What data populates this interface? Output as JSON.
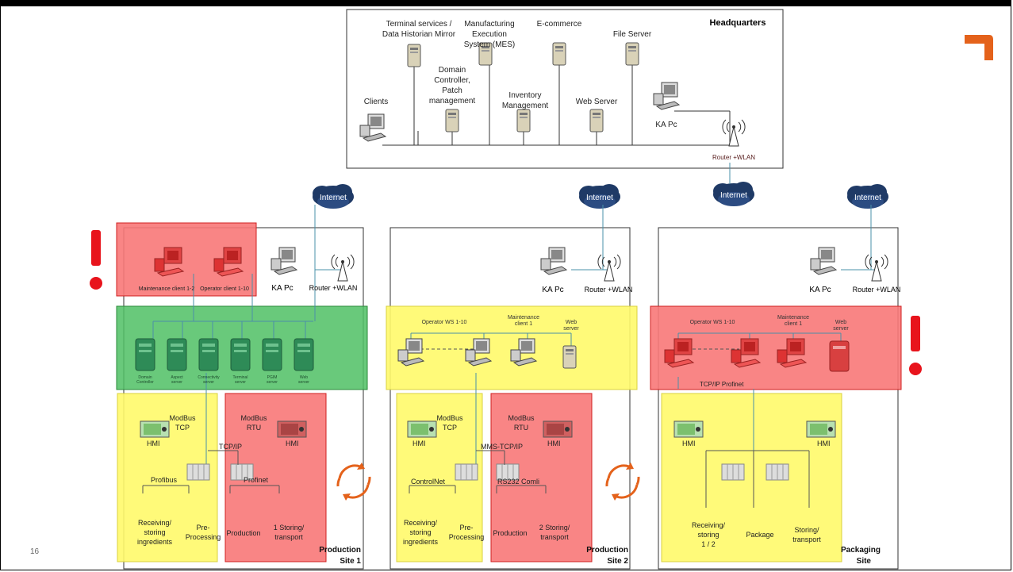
{
  "slide": {
    "page_number": "16"
  },
  "headquarters": {
    "title": "Headquarters",
    "terminal_services": [
      "Terminal services /",
      "Data Historian Mirror"
    ],
    "mes": [
      "Manufacturing",
      "Execution",
      "System (MES)"
    ],
    "ecommerce": "E-commerce",
    "file_server": "File Server",
    "domain_controller": [
      "Domain",
      "Controller,",
      "Patch",
      "management"
    ],
    "inventory": [
      "Inventory",
      "Management"
    ],
    "web_server": "Web Server",
    "clients": "Clients",
    "ka_pc": "KA Pc",
    "router": "Router +WLAN"
  },
  "internet_label": "Internet",
  "site1": {
    "title": [
      "Production",
      "Site 1"
    ],
    "maintenance_client": "Maintenance client 1-2",
    "operator_client": "Operator client 1-10",
    "ka_pc": "KA Pc",
    "router": "Router +WLAN",
    "servers": [
      [
        "Domain",
        "Controller"
      ],
      [
        "Aspect",
        "server"
      ],
      [
        "Connectivity",
        "server"
      ],
      [
        "Terminal",
        "server"
      ],
      [
        "PGIM",
        "server"
      ],
      [
        "Web",
        "server"
      ]
    ],
    "hmi_left": "HMI",
    "modbus_tcp": [
      "ModBus",
      "TCP"
    ],
    "modbus_rtu": [
      "ModBus",
      "RTU"
    ],
    "hmi_right": "HMI",
    "tcpip": "TCP/IP",
    "profibus": "Profibus",
    "profinet": "Profinet",
    "receiving": [
      "Receiving/",
      "storing",
      "ingredients"
    ],
    "pre_processing": [
      "Pre-",
      "Processing"
    ],
    "production": "Production",
    "storing": [
      "1 Storing/",
      "transport"
    ]
  },
  "site2": {
    "title": [
      "Production",
      "Site 2"
    ],
    "ka_pc": "KA Pc",
    "router": "Router +WLAN",
    "operator_ws": "Operator WS 1-10",
    "maintenance_client": [
      "Maintenance",
      "client 1"
    ],
    "web_server": [
      "Web",
      "server"
    ],
    "hmi_left": "HMI",
    "modbus_tcp": [
      "ModBus",
      "TCP"
    ],
    "modbus_rtu": [
      "ModBus",
      "RTU"
    ],
    "hmi_right": "HMI",
    "mms": "MMS-TCP/IP",
    "controlnet": "ControlNet",
    "rs232": "RS232 Comli",
    "receiving": [
      "Receiving/",
      "storing",
      "ingredients"
    ],
    "pre_processing": [
      "Pre-",
      "Processing"
    ],
    "production": "Production",
    "storing": [
      "2 Storing/",
      "transport"
    ]
  },
  "site3": {
    "title": [
      "Packaging",
      "Site"
    ],
    "ka_pc": "KA Pc",
    "router": "Router +WLAN",
    "operator_ws": "Operator WS 1-10",
    "maintenance_client": [
      "Maintenance",
      "client 1"
    ],
    "web_server": [
      "Web",
      "server"
    ],
    "profinet": "TCP/IP Profinet",
    "hmi_left": "HMI",
    "hmi_right": "HMI",
    "receiving": [
      "Receiving/",
      "storing",
      "1 / 2"
    ],
    "package": "Package",
    "storing": [
      "Storing/",
      "transport"
    ]
  },
  "colors": {
    "red_zone": "#f87878",
    "green_zone": "#4fc064",
    "yellow_zone": "#fffa6a",
    "cloud": "#1f3a66",
    "accent": "#e4621b",
    "alert": "#e8141c"
  }
}
